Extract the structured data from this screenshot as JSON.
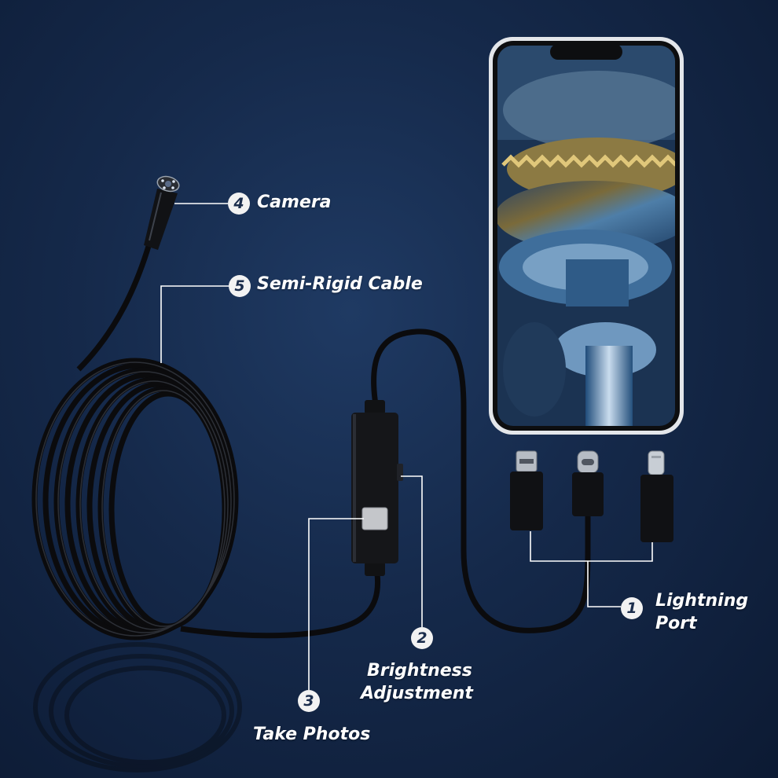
{
  "colors": {
    "background": "#15294a",
    "label_text": "#ffffff",
    "badge_fill": "#f2f2f2",
    "badge_text": "#1b2d4c",
    "cable": "#0b0b0d",
    "leader_line": "#ffffff"
  },
  "callouts": {
    "lightning": {
      "number": "1",
      "line1": "Lightning",
      "line2": "Port"
    },
    "brightness": {
      "number": "2",
      "line1": "Brightness",
      "line2": "Adjustment"
    },
    "photos": {
      "number": "3",
      "text": "Take Photos"
    },
    "camera": {
      "number": "4",
      "text": "Camera"
    },
    "cable": {
      "number": "5",
      "text": "Semi-Rigid Cable"
    }
  },
  "icons": [
    "micro-usb-plug-icon",
    "usb-c-plug-icon",
    "lightning-plug-icon",
    "camera-lens-icon"
  ]
}
